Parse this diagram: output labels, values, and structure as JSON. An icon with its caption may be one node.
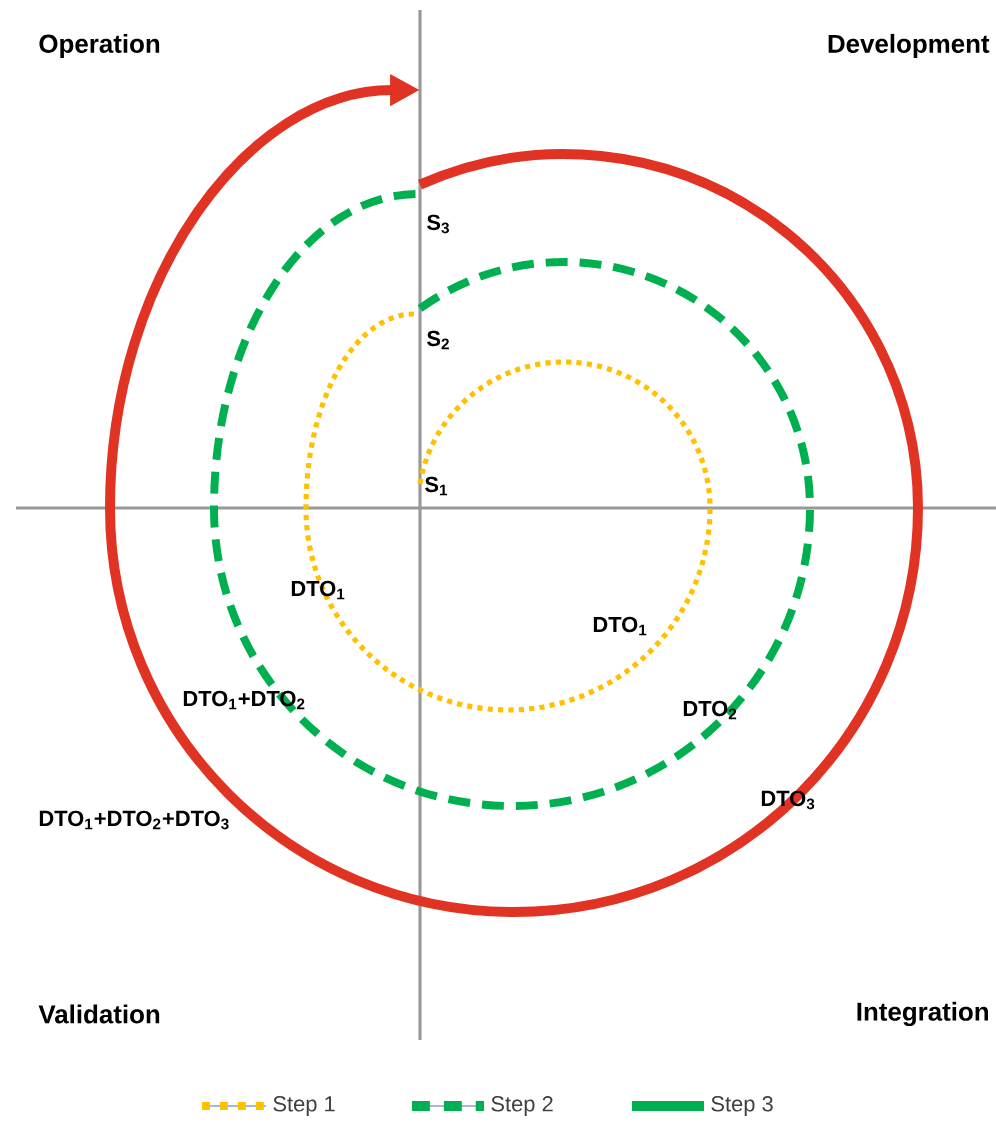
{
  "diagram": {
    "labels": [
      "Operation",
      "Development",
      "S$_{3}$",
      "S$_{2}$",
      "S$_{1}$",
      "DTO$_{1}$",
      "DTO$_{1}$",
      "DTO$_{1}$+DTO$_{2}$",
      "DTO$_{2}$",
      "DTO$_{3}$",
      "DTO$_{1}$+DTO$_{2}$+DTO$_{3}$",
      "Validation",
      "Integration"
    ],
    "legend": [
      {
        "text": "Step 1"
      },
      {
        "text": "Step 2"
      },
      {
        "text": "Step 3"
      }
    ]
  }
}
